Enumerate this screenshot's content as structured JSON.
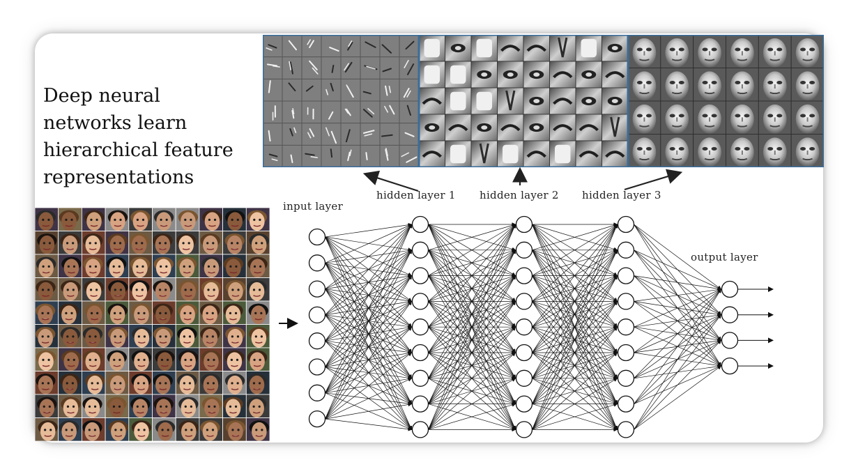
{
  "headline": {
    "lines": [
      "Deep neural",
      "networks learn",
      "hierarchical feature",
      "representations"
    ]
  },
  "labels": {
    "input_layer": "input layer",
    "hidden_layer_1": "hidden layer 1",
    "hidden_layer_2": "hidden layer 2",
    "hidden_layer_3": "hidden layer 3",
    "output_layer": "output layer"
  },
  "network": {
    "input_nodes": 8,
    "hidden_nodes": 9,
    "output_nodes": 4
  },
  "colors": {
    "panel_border": "#3a6d9a",
    "feature_bg": "#7f7f7f",
    "line": "#111111"
  },
  "icons": {
    "input_arrow": "right-arrow-icon",
    "output_arrow": "right-arrow-icon",
    "pointer_arrow": "up-arrow-icon"
  }
}
